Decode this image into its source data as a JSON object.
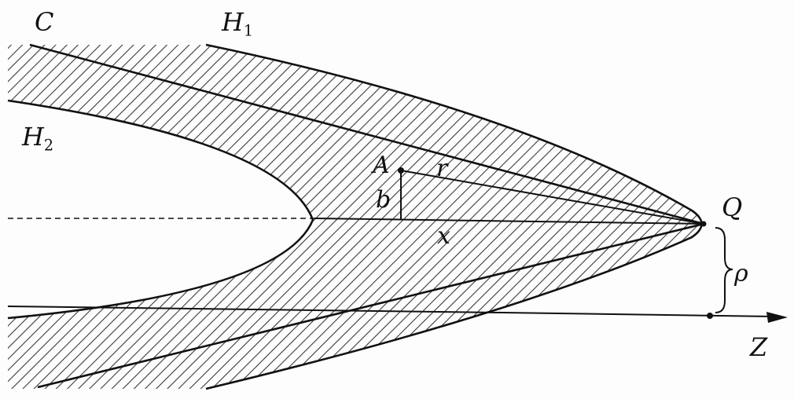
{
  "labels": {
    "C": "C",
    "H1": {
      "main": "H",
      "sub": "1"
    },
    "H2": {
      "main": "H",
      "sub": "2"
    },
    "A": "A",
    "r": "r",
    "b": "b",
    "x": "x",
    "Q": "Q",
    "rho": "ρ",
    "Z": "Z"
  },
  "colors": {
    "ink": "#111111",
    "hatch": "#3a3a3a",
    "paper": "#fdfdfd"
  }
}
